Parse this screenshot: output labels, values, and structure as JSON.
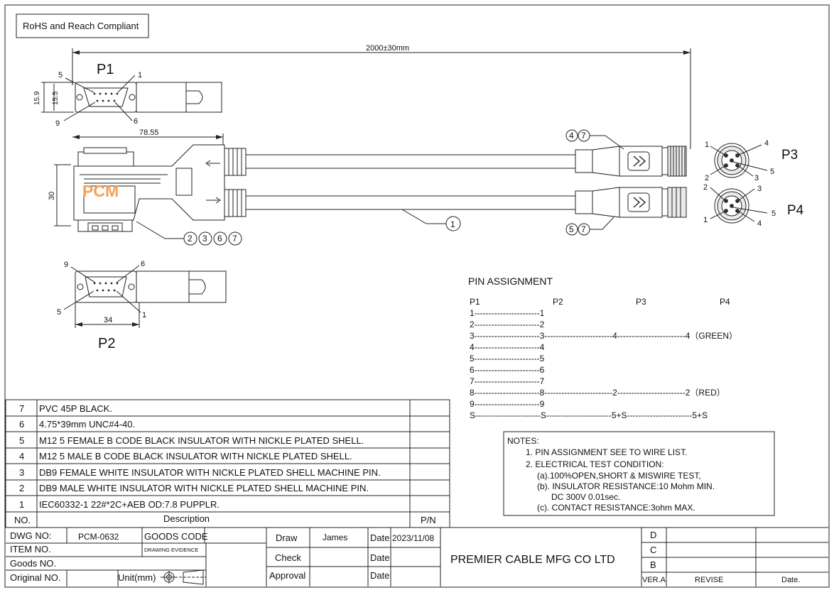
{
  "compliance": "RoHS and Reach Compliant",
  "dimensions": {
    "length": "2000±30mm",
    "p1_height_outer": "15.9",
    "p1_height_inner": "15.5",
    "body_length": "78.55",
    "body_height": "30",
    "p2_width": "34"
  },
  "connectors": {
    "p1": {
      "label": "P1",
      "pin_a": "5",
      "pin_b": "1",
      "pin_c": "9",
      "pin_d": "6"
    },
    "p2": {
      "label": "P2",
      "pin_a": "9",
      "pin_b": "6",
      "pin_c": "5",
      "pin_d": "1"
    },
    "p3": {
      "label": "P3",
      "pins": [
        "1",
        "4",
        "2",
        "3",
        "5"
      ]
    },
    "p4": {
      "label": "P4",
      "pins": [
        "2",
        "3",
        "5",
        "1",
        "4"
      ]
    }
  },
  "logo": "PCM",
  "callouts": {
    "top": [
      "4",
      "7"
    ],
    "body": [
      "2",
      "3",
      "6",
      "7"
    ],
    "cable": [
      "1"
    ],
    "bottom": [
      "5",
      "7"
    ]
  },
  "pin_assignment": {
    "title": "PIN  ASSIGNMENT",
    "headers": [
      "P1",
      "P2",
      "P3",
      "P4"
    ],
    "rows": [
      "1-----------------------1",
      "2-----------------------2",
      "3-----------------------3------------------------4------------------------4（GREEN）",
      "4-----------------------4",
      "5-----------------------5",
      "6-----------------------6",
      "7-----------------------7",
      "8-----------------------8------------------------2------------------------2（RED）",
      "9-----------------------9",
      "S-----------------------S-----------------------5+S-----------------------5+S"
    ]
  },
  "notes": {
    "title": "NOTES:",
    "lines": [
      "1. PIN ASSIGNMENT SEE TO WIRE LIST.",
      "2. ELECTRICAL TEST CONDITION:",
      "(a).100%OPEN,SHORT & MISWIRE TEST,",
      "(b). INSULATOR RESISTANCE:10 Mohm MIN.",
      "DC 300V 0.01sec.",
      "(c). CONTACT RESISTANCE:3ohm MAX."
    ]
  },
  "bom": {
    "rows": [
      {
        "no": "7",
        "desc": "PVC 45P BLACK."
      },
      {
        "no": "6",
        "desc": "4.75*39mm UNC#4-40."
      },
      {
        "no": "5",
        "desc": "M12 5 FEMALE B CODE BLACK INSULATOR WITH NICKLE PLATED SHELL."
      },
      {
        "no": "4",
        "desc": "M12 5 MALE B CODE BLACK INSULATOR WITH NICKLE PLATED SHELL."
      },
      {
        "no": "3",
        "desc": "DB9 FEMALE WHITE INSULATOR WITH NICKLE PLATED SHELL MACHINE PIN."
      },
      {
        "no": "2",
        "desc": "DB9 MALE WHITE INSULATOR WITH NICKLE PLATED SHELL MACHINE PIN."
      },
      {
        "no": "1",
        "desc": "IEC60332-1 22#*2C+AEB OD:7.8 PUPPLR."
      }
    ],
    "header": {
      "no": "NO.",
      "desc": "Description",
      "pn": "P/N"
    }
  },
  "title_block": {
    "dwg_no_label": "DWG NO:",
    "dwg_no": "PCM-0632",
    "goods_code_label": "GOODS CODE",
    "drawing_evidence": "DRAWING EVIDENCE",
    "item_no_label": "ITEM NO.",
    "goods_no_label": "Goods NO.",
    "original_no_label": "Original NO.",
    "unit_label": "Unit(mm)",
    "draw_label": "Draw",
    "drawer": "James",
    "date_label": "Date",
    "date": "2023/11/08",
    "check_label": "Check",
    "approval_label": "Approval",
    "company": "PREMIER CABLE MFG CO LTD",
    "rev_d": "D",
    "rev_c": "C",
    "rev_b": "B",
    "vera": "VER.A",
    "revise": "REVISE",
    "rev_date": "Date."
  }
}
